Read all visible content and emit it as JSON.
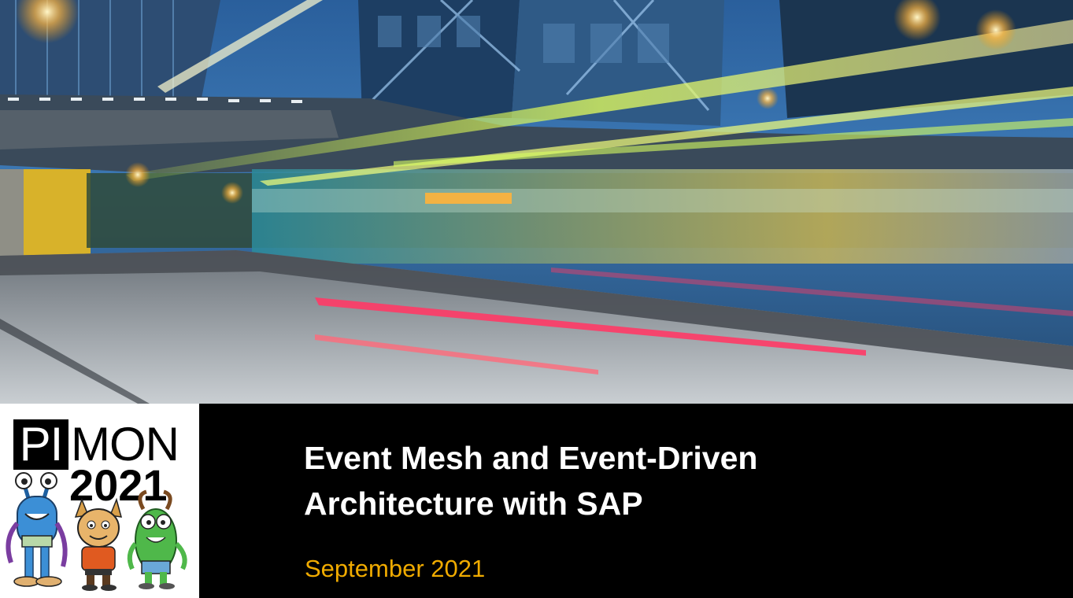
{
  "slide": {
    "title_line1": "Event Mesh and Event-Driven",
    "title_line2": "Architecture with SAP",
    "date": "September 2021"
  },
  "logo": {
    "pi": "PI",
    "mon": "MON",
    "year": "2021"
  },
  "colors": {
    "band_background": "#000000",
    "title_text": "#ffffff",
    "date_text": "#f0ab00",
    "logo_background": "#ffffff"
  }
}
